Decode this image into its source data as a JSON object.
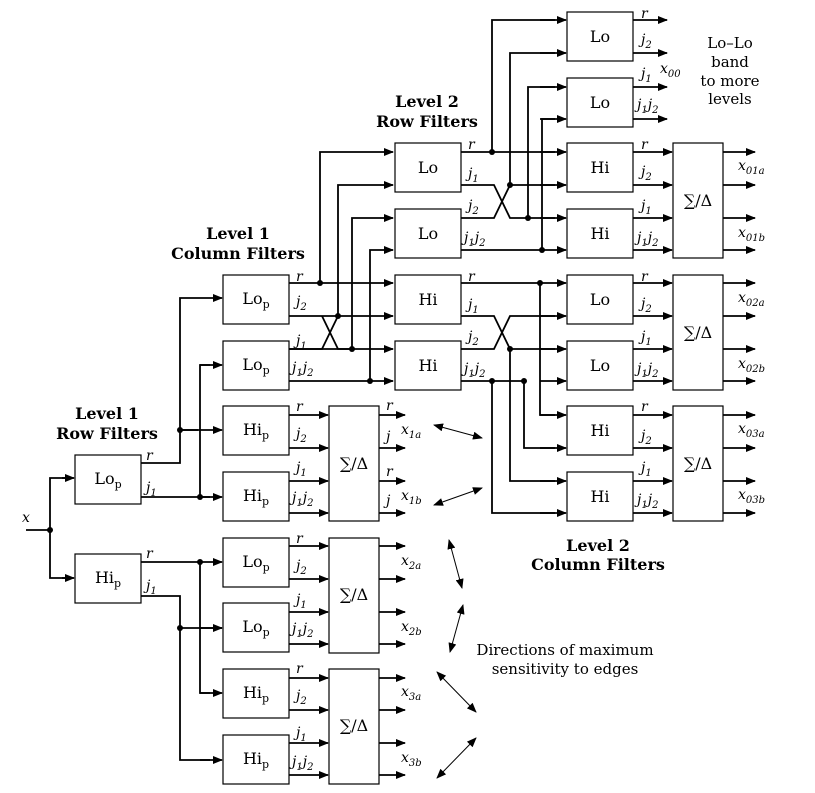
{
  "titles": {
    "l1row": [
      "Level 1",
      "Row Filters"
    ],
    "l1col": [
      "Level 1",
      "Column Filters"
    ],
    "l2row": [
      "Level 2",
      "Row Filters"
    ],
    "l2col": [
      "Level 2",
      "Column Filters"
    ]
  },
  "input": "x",
  "lolo_note": [
    "Lo–Lo",
    "band",
    "to more",
    "levels"
  ],
  "directions_note": [
    "Directions of maximum",
    "sensitivity to edges"
  ],
  "x00": "x00",
  "boxes": {
    "r1_lo": "Lop",
    "r1_hi": "Hip",
    "c1_lo_a": "Lop",
    "c1_lo_b": "Lop",
    "c1_hi_a": "Hip",
    "c1_hi_b": "Hip",
    "c1_lo2_a": "Lop",
    "c1_lo2_b": "Lop",
    "c1_hi2_a": "Hip",
    "c1_hi2_b": "Hip",
    "r2_lo_a": "Lo",
    "r2_lo_b": "Lo",
    "r2_hi_a": "Hi",
    "r2_hi_b": "Hi",
    "c2_lo_a": "Lo",
    "c2_lo_b": "Lo",
    "c2_hi_a": "Hi",
    "c2_hi_b": "Hi",
    "c2_lo2_a": "Lo",
    "c2_lo2_b": "Lo",
    "c2_hi2_a": "Hi",
    "c2_hi2_b": "Hi",
    "sum": "∑/Δ"
  },
  "signals": {
    "r": "r",
    "j1": "j1",
    "j2": "j2",
    "j1j2": "j1j2",
    "j": "j"
  },
  "outputs": {
    "x1a": "x1a",
    "x1b": "x1b",
    "x2a": "x2a",
    "x2b": "x2b",
    "x3a": "x3a",
    "x3b": "x3b",
    "x01a": "x01a",
    "x01b": "x01b",
    "x02a": "x02a",
    "x02b": "x02b",
    "x03a": "x03a",
    "x03b": "x03b"
  }
}
